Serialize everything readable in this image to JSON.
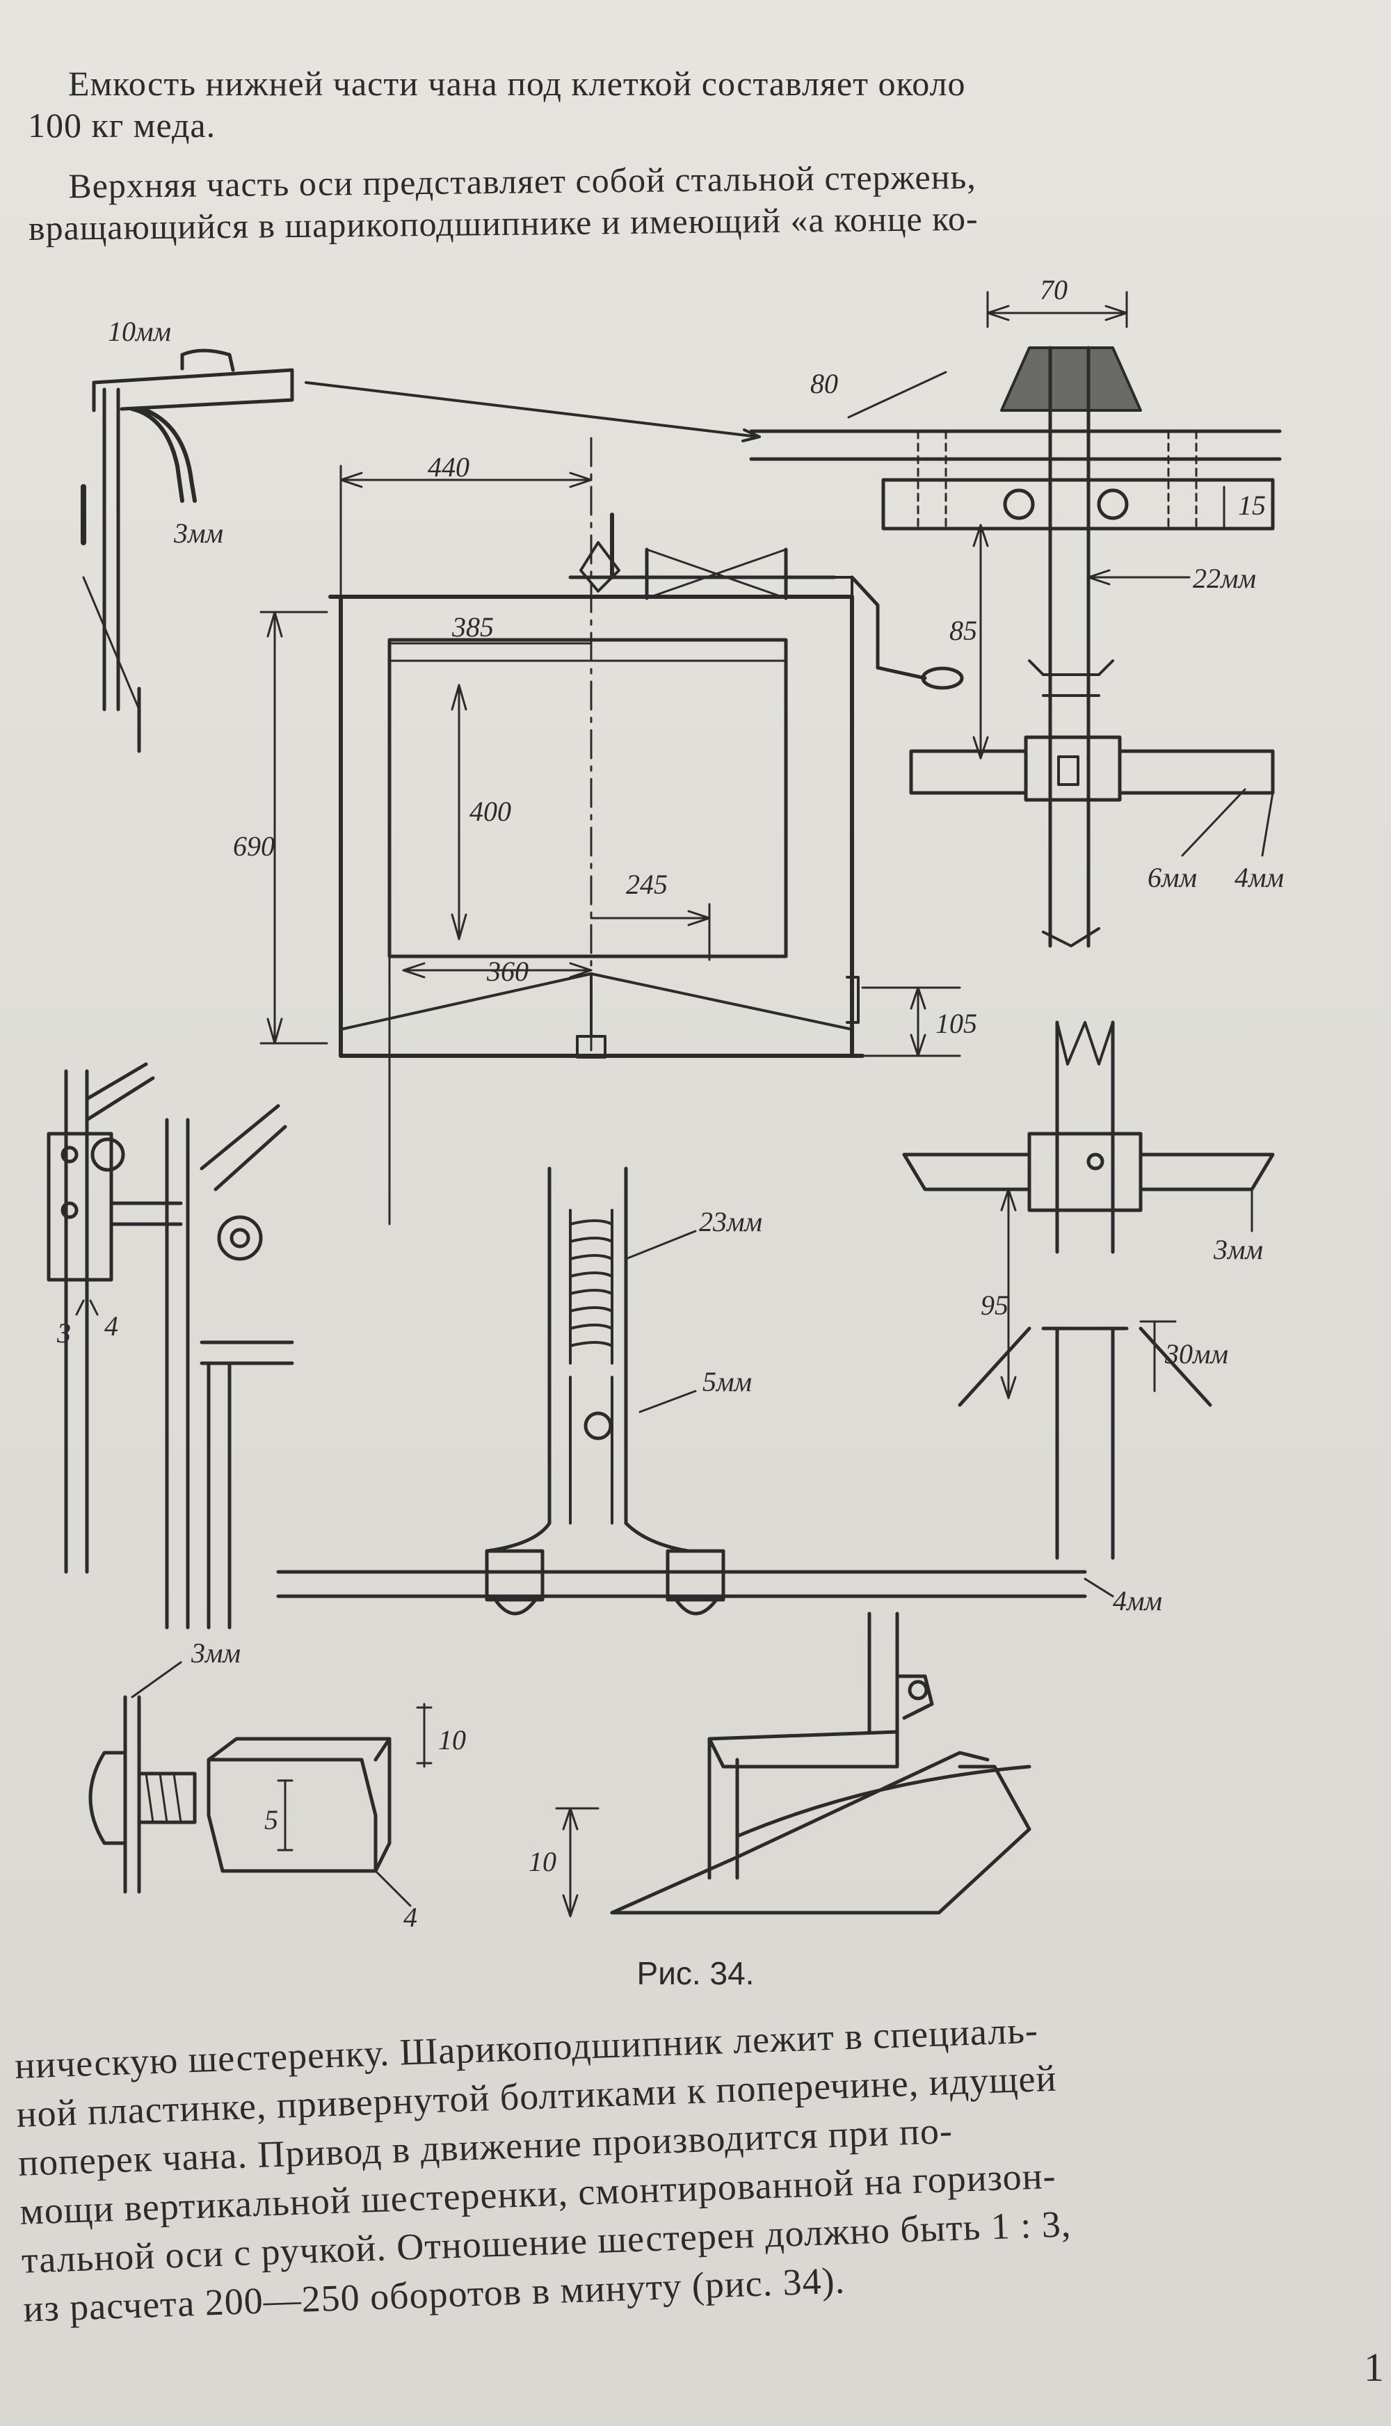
{
  "text_top": {
    "p1": [
      "Емкость нижней части чана под клеткой составляет около",
      "100 кг меда."
    ],
    "p2": [
      "Верхняя часть оси представляет собой стальной стержень,",
      "вращающийся в шарикоподшипнике и имеющий «а конце ко-"
    ]
  },
  "figure": {
    "labels": {
      "d10mm": "10мм",
      "d3mm_left": "3мм",
      "d440": "440",
      "d80": "80",
      "d70": "70",
      "d15": "15",
      "d85": "85",
      "d22mm": "22мм",
      "d385": "385",
      "d400": "400",
      "d690": "690",
      "d245": "245",
      "d360": "360",
      "d105": "105",
      "d6mm": "6мм",
      "d4mm_right": "4мм",
      "n3": "3",
      "n4": "4",
      "d23mm": "23мм",
      "d5mm": "5мм",
      "d95": "95",
      "d3mm_right": "3мм",
      "d30mm": "30мм",
      "d4mm_bar": "4мм",
      "d3mm_bottom": "3мм",
      "d10_upper": "10",
      "d5_block": "5",
      "n4_block": "4",
      "d10_lower": "10"
    }
  },
  "caption": "Рис. 34.",
  "text_bottom": [
    "ническую шестеренку. Шарикоподшипник лежит в специаль-",
    "ной пластинке, привернутой болтиками к поперечине, идущей",
    "поперек чана. Привод в движение производится при по-",
    "мощи вертикальной шестеренки, смонтированной на горизон-",
    "тальной оси с ручкой. Отношение шестерен должно быть 1 : 3,",
    "из расчета 200—250 оборотов в минуту (рис. 34)."
  ],
  "page_number": "1"
}
